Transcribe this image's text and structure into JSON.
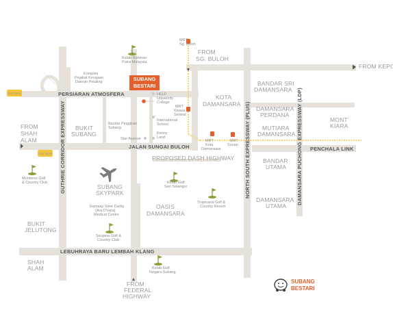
{
  "colors": {
    "road": "#e5e1da",
    "accent": "#e35f2b",
    "golf": "#8ea23c",
    "rail": "#f2d472",
    "mrt": "#e35f2b",
    "exit": "#f3c33c"
  },
  "badge": {
    "line1": "SUBANG",
    "line2": "BESTARI"
  },
  "brand": {
    "line1": "SUBANG",
    "line2": "BESTARI",
    "icon": "waze-icon"
  },
  "roads": {
    "persiaran_atmosfera": "PERSIARAN ATMOSFERA",
    "jalan_sungai_buloh": "JALAN SUNGAI BULOH",
    "penchala_link": "PENCHALA LINK",
    "lembah_klang": "LEBUHRAYA BARU LEMBAH KLANG",
    "guthrie": "GUTHRIE CORRIDOR EXPRESSWAY",
    "nse": "NORTH SOUTH EXPRESSWAY (PLUS)",
    "ldp": "DAMANSARA PUCHONG EXPRESSWAY (LDP)",
    "dash": "PROPOSED DASH HIGHWAY"
  },
  "directions": {
    "from_sg_buloh": [
      "FROM",
      "SG. BULOH"
    ],
    "from_kepong": "FROM KEPONG/KL",
    "from_shah_alam": [
      "FROM",
      "SHAH",
      "ALAM"
    ],
    "from_federal": [
      "FROM",
      "FEDERAL",
      "HIGHWAY"
    ]
  },
  "areas": {
    "bandar_sri_damansara": [
      "BANDAR SRI",
      "DAMANSARA"
    ],
    "kota_damansara": [
      "KOTA",
      "DAMANSARA"
    ],
    "damansara_perdana": [
      "DAMANSARA",
      "PERDANA"
    ],
    "mutiara_damansara": [
      "MUTIARA",
      "DAMANSARA"
    ],
    "mont_kiara": [
      "MONT'",
      "KIARA"
    ],
    "bukit_subang": [
      "BUKIT",
      "SUBANG"
    ],
    "bandar_utama": [
      "BANDAR",
      "UTAMA"
    ],
    "damansara_utama": [
      "DAMANSARA",
      "UTAMA"
    ],
    "subang_skypark": [
      "SUBANG",
      "SKYPARK"
    ],
    "oasis_damansara": [
      "OASIS",
      "DAMANSARA"
    ],
    "bukit_jelutong": [
      "BUKIT",
      "JELUTONG"
    ],
    "shah_alam": [
      "SHAH",
      "ALAM"
    ]
  },
  "places": {
    "kelab_rahman": [
      "Kelab Rahman",
      "Putra Malaysia"
    ],
    "komplex": [
      "Komplex",
      "Pejabat Kerajaan",
      "Daerah Petaling"
    ],
    "help": [
      "HELP",
      "University",
      "College"
    ],
    "intl_school": [
      "International",
      "School"
    ],
    "bazar": [
      "Bazdar Pinggiran",
      "Subang"
    ],
    "star_avenue": "Star Avenue",
    "kenny_land": [
      "Kenny",
      "Land"
    ],
    "tropicana": [
      "Tropicana Golf &",
      "Country Resort"
    ],
    "kelab_seri_selangor": [
      "Kelab Golf",
      "Seri Selangor"
    ],
    "monterez": [
      "Monterez Golf",
      "& Country Club"
    ],
    "ramsay": [
      "Ramsay Sime Darby",
      "(Ara D'sara)",
      "Medical Centre"
    ],
    "saujana": [
      "Saujana Golf &",
      "Country Club"
    ],
    "negara_subang": [
      "Kelab Golf",
      "Negara Subang"
    ]
  },
  "mrt": {
    "sg_buloh": [
      "MRT",
      "Sg. Buloh"
    ],
    "kwasa_sentral": [
      "MRT",
      "Kwasa",
      "Sentral"
    ],
    "kota_damansara": [
      "MRT",
      "Kota",
      "Damansara"
    ],
    "surian": [
      "MRT",
      "Surian"
    ]
  },
  "exits": {
    "e1": "Exit 2504",
    "e2": "Exit 2503"
  }
}
